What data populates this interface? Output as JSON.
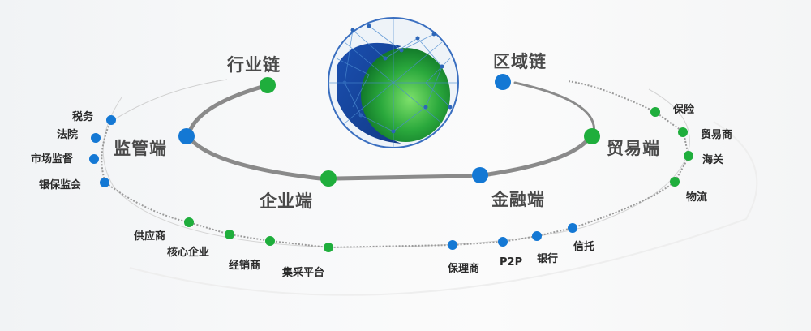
{
  "diagram": {
    "center": {
      "icon": "globe-network-icon"
    },
    "main_nodes": [
      {
        "id": "industry-chain",
        "label": "行业链",
        "color": "green"
      },
      {
        "id": "regional-chain",
        "label": "区域链",
        "color": "blue"
      },
      {
        "id": "regulator-end",
        "label": "监管端",
        "color": "blue"
      },
      {
        "id": "trade-end",
        "label": "贸易端",
        "color": "green"
      },
      {
        "id": "enterprise-end",
        "label": "企业端",
        "color": "green"
      },
      {
        "id": "finance-end",
        "label": "金融端",
        "color": "blue"
      }
    ],
    "regulator_nodes": [
      "税务",
      "法院",
      "市场监督",
      "银保监会"
    ],
    "trade_nodes": [
      "保险",
      "贸易商",
      "海关",
      "物流"
    ],
    "enterprise_nodes": [
      "供应商",
      "核心企业",
      "经销商",
      "集采平台"
    ],
    "finance_nodes": [
      "保理商",
      "P2P",
      "银行",
      "信托"
    ],
    "colors": {
      "green": "#1fae3c",
      "blue": "#1478d4",
      "ring": "#8a8a8a"
    }
  }
}
